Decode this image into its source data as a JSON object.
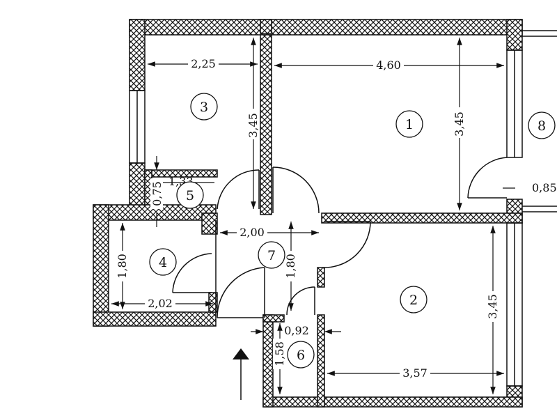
{
  "colors": {
    "line": "#111111",
    "background": "#ffffff"
  },
  "rooms": [
    {
      "id": "1"
    },
    {
      "id": "2"
    },
    {
      "id": "3"
    },
    {
      "id": "4"
    },
    {
      "id": "5"
    },
    {
      "id": "6"
    },
    {
      "id": "7"
    },
    {
      "id": "8"
    }
  ],
  "dims": [
    {
      "text": "2,25"
    },
    {
      "text": "4,60"
    },
    {
      "text": "3,45"
    },
    {
      "text": "3,45"
    },
    {
      "text": "1,33"
    },
    {
      "text": "0,75"
    },
    {
      "text": "2,00"
    },
    {
      "text": "1,80"
    },
    {
      "text": "1,80"
    },
    {
      "text": "2,02"
    },
    {
      "text": "0,92"
    },
    {
      "text": "1,58"
    },
    {
      "text": "3,57"
    },
    {
      "text": "3,45"
    },
    {
      "text": "0,85"
    }
  ],
  "entrance_arrow": {
    "icon": "up-arrow-icon"
  }
}
